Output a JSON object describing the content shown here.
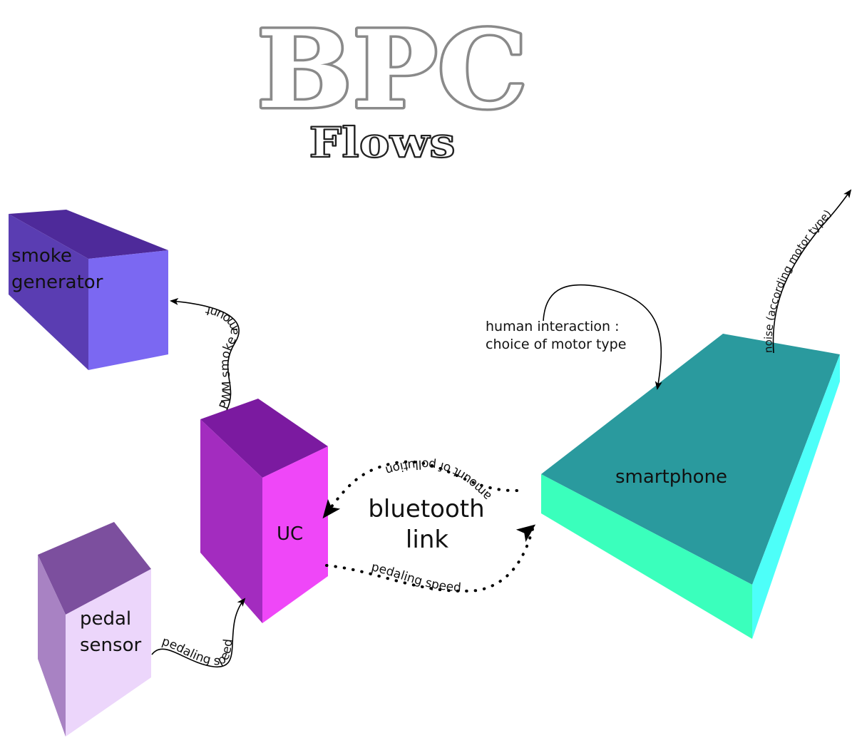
{
  "title": {
    "main": "BPC",
    "sub": "Flows"
  },
  "nodes": {
    "smoke_generator": {
      "line1": "smoke",
      "line2": "generator",
      "colors": {
        "top": "#4e2a9a",
        "front": "#5a3db2",
        "side": "#7b68f2"
      }
    },
    "uc": {
      "label": "UC",
      "colors": {
        "top": "#7b1aa0",
        "front": "#a32cbf",
        "side": "#ef47f8"
      }
    },
    "pedal_sensor": {
      "line1": "pedal",
      "line2": "sensor",
      "colors": {
        "top": "#7c4f9e",
        "front": "#a882c3",
        "side": "#ecd6fb"
      }
    },
    "smartphone": {
      "label": "smartphone",
      "colors": {
        "top": "#2a9a9e",
        "front": "#3affbc",
        "side": "#4dfff9"
      }
    }
  },
  "flows": {
    "pwm_smoke": "PWM smoke amount",
    "pedaling_speed_sensor": "pedaling speed",
    "pedaling_speed_link": "pedaling speed",
    "amount_of_pollution": "amount of pollution",
    "noise": "noise (according motor type)"
  },
  "center_label": {
    "line1": "bluetooth",
    "line2": "link"
  },
  "human_note": {
    "line1": "human interaction :",
    "line2": "choice of motor type"
  }
}
